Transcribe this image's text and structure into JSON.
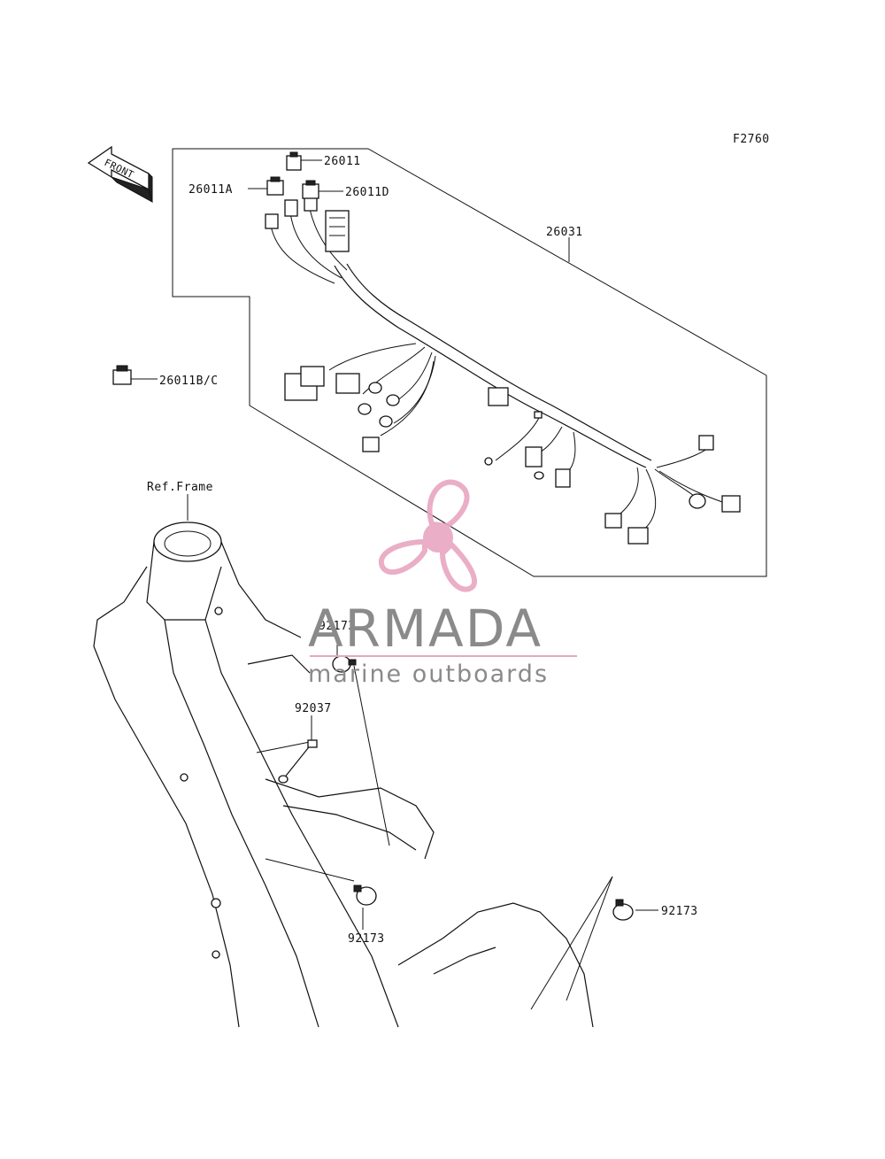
{
  "figure_code": "F2760",
  "front_arrow_label": "FRONT",
  "reference_label": "Ref.Frame",
  "parts": {
    "p26011": "26011",
    "p26011A": "26011A",
    "p26011D": "26011D",
    "p26011BC": "26011B/C",
    "p26031": "26031",
    "p92037": "92037",
    "p92173_top": "92173",
    "p92173_bottom": "92173",
    "p92173_right": "92173"
  },
  "watermark": {
    "brand": "ARMADA",
    "tagline": "marine outboards",
    "logo_color": "#e8a6c0",
    "text_color": "#8a8a8a"
  }
}
